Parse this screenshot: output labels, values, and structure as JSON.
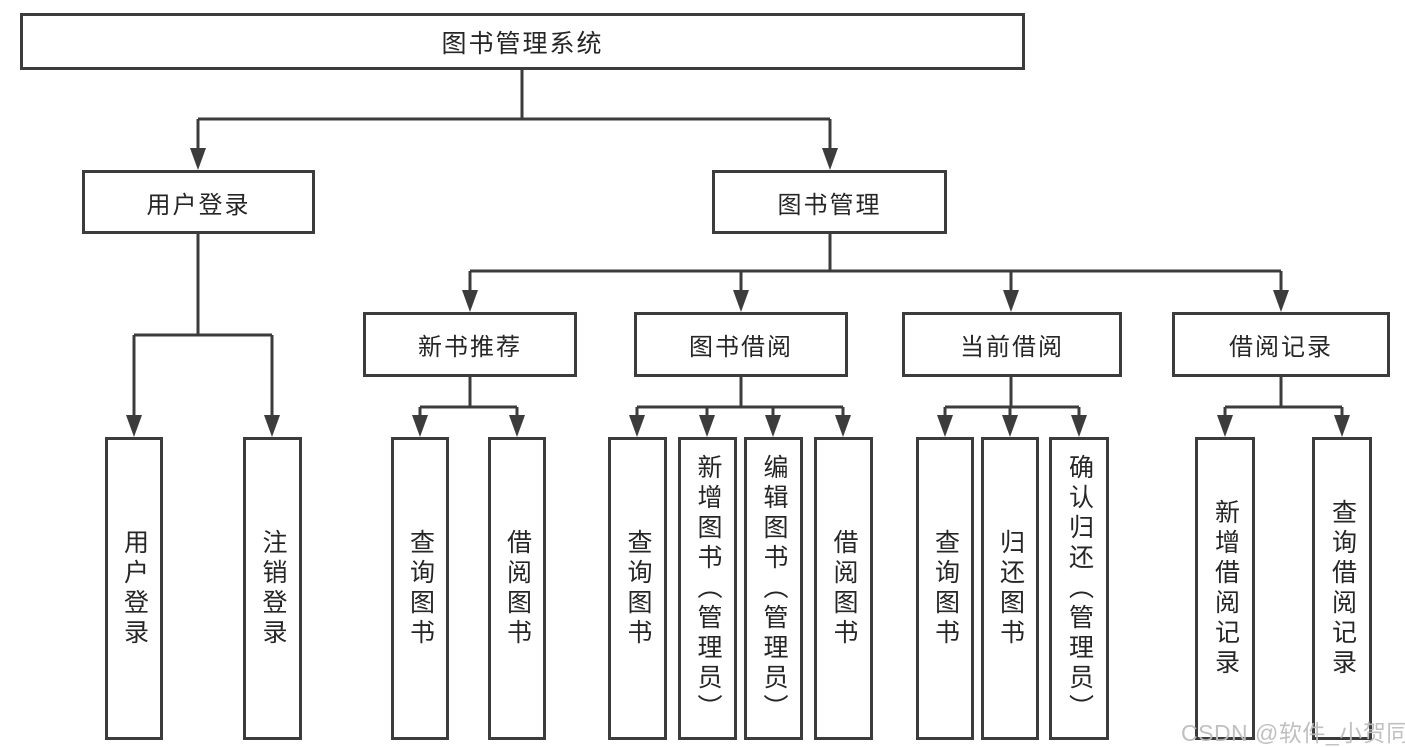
{
  "colors": {
    "line": "#3c3c3c",
    "box_border": "#3c3c3c",
    "text": "#262626",
    "background": "#ffffff",
    "watermark": "#bdbdbd"
  },
  "tree": {
    "root": {
      "label": "图书管理系统"
    },
    "level1": [
      {
        "label": "用户登录",
        "children": [
          {
            "label": "用户登录"
          },
          {
            "label": "注销登录"
          }
        ]
      },
      {
        "label": "图书管理",
        "children": [
          {
            "label": "新书推荐",
            "children": [
              {
                "label": "查询图书"
              },
              {
                "label": "借阅图书"
              }
            ]
          },
          {
            "label": "图书借阅",
            "children": [
              {
                "label": "查询图书"
              },
              {
                "label": "新增图书（管理员）"
              },
              {
                "label": "编辑图书（管理员）"
              },
              {
                "label": "借阅图书"
              }
            ]
          },
          {
            "label": "当前借阅",
            "children": [
              {
                "label": "查询图书"
              },
              {
                "label": "归还图书"
              },
              {
                "label": "确认归还（管理员）"
              }
            ]
          },
          {
            "label": "借阅记录",
            "children": [
              {
                "label": "新增借阅记录"
              },
              {
                "label": "查询借阅记录"
              }
            ]
          }
        ]
      }
    ]
  },
  "watermark": "CSDN @软件_小贺同学"
}
